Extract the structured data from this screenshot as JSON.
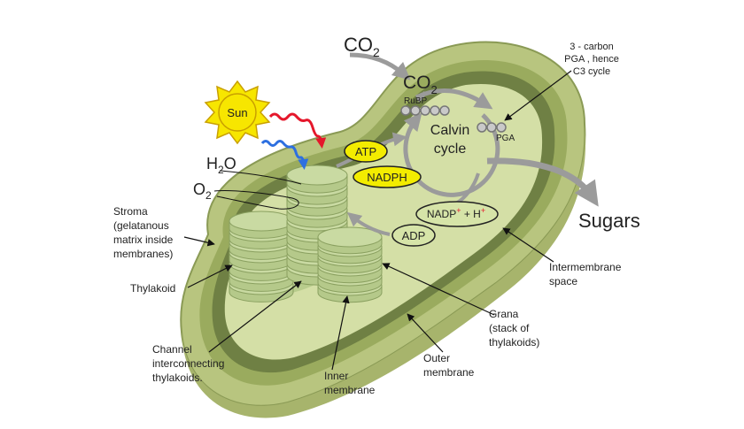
{
  "colors": {
    "outer_membrane": "#b8c57f",
    "intermembrane": "#9aab5e",
    "inner_band": "#6f8044",
    "stroma": "#d4dfa6",
    "thylakoid": "#c9daa2",
    "atp_fill": "#f3ec00",
    "sun_fill": "#f7e600",
    "ray_red": "#e5172b",
    "ray_blue": "#2d6fe0",
    "arrow_gray": "#9b9b9b",
    "pill_fill": "#d6e4a8"
  },
  "labels": {
    "co2_outer_main": "CO",
    "co2_outer_sub": "2",
    "co2_inner_main": "CO",
    "co2_inner_sub": "2",
    "c3_line1": "3 - carbon",
    "c3_line2": "PGA , hence",
    "c3_line3": "C3 cycle",
    "rubp": "RuBP",
    "pga": "PGA",
    "calvin_line1": "Calvin",
    "calvin_line2": "cycle",
    "sun": "Sun",
    "h2o_main": "H",
    "h2o_sub": "2",
    "h2o_tail": "O",
    "o2_main": "O",
    "o2_sub": "2",
    "atp": "ATP",
    "nadph": "NADPH",
    "nadp_main": "NADP",
    "nadp_plus1": "+",
    "nadp_mid": " + H",
    "nadp_plus2": "+",
    "adp": "ADP",
    "sugars": "Sugars",
    "stroma_line1": "Stroma",
    "stroma_line2": "(gelatanous",
    "stroma_line3": "matrix inside",
    "stroma_line4": "membranes)",
    "thylakoid": "Thylakoid",
    "channel_line1": "Channel",
    "channel_line2": "interconnecting",
    "channel_line3": "thylakoids.",
    "inner_line1": "Inner",
    "inner_line2": "membrane",
    "outer_line1": "Outer",
    "outer_line2": "membrane",
    "grana_line1": "Grana",
    "grana_line2": "(stack of",
    "grana_line3": "thylakoids)",
    "intermembrane_line1": "Intermembrane",
    "intermembrane_line2": "space"
  }
}
